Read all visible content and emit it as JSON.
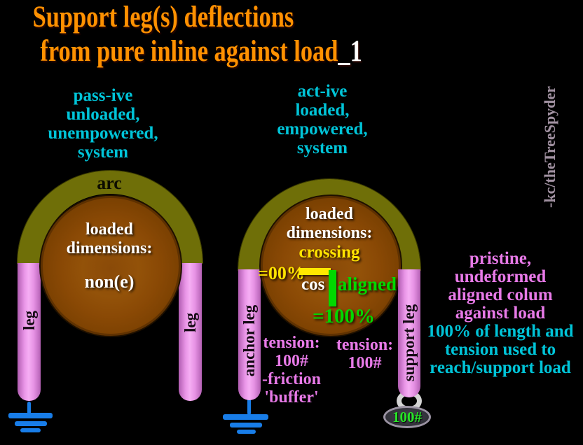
{
  "title": {
    "line1": "Support leg(s) deflections",
    "line2": "from pure inline against load",
    "suffix": "_1"
  },
  "annotations": {
    "passive": {
      "lines": [
        "pass-ive",
        "unloaded,",
        "unempowered,",
        "system"
      ]
    },
    "active": {
      "lines": [
        "act-ive",
        "loaded,",
        "empowered,",
        "system"
      ]
    },
    "credit": "-kc/theTreeSpyder",
    "right_violet": {
      "lines": [
        "pristine,",
        "undeformed",
        "aligned colum",
        "against load"
      ]
    },
    "right_cyan": {
      "lines": [
        "100% of  length and",
        "tension used to",
        "reach/support load"
      ]
    }
  },
  "passive_system": {
    "arc_label": "arc",
    "circle_lines": [
      "loaded",
      "dimensions:",
      "non(e)"
    ],
    "left_leg_label": "leg",
    "right_leg_label": "leg"
  },
  "active_system": {
    "circle_lines": [
      "loaded",
      "dimensions:",
      "crossing"
    ],
    "crossing_value": "=00%",
    "cos_label": "cos",
    "aligned_label": "aligned",
    "aligned_value": "=100%",
    "anchor_leg_label": "anchor leg",
    "support_leg_label": "support leg",
    "anchor_tension": {
      "lines": [
        "tension:",
        "100#",
        "-friction",
        "'buffer'"
      ]
    },
    "support_tension": {
      "lines": [
        "tension:",
        "100#"
      ]
    },
    "load_label": "100#"
  },
  "colors": {
    "background": "#000000",
    "title_orange": "#ff9100",
    "title_suffix_white": "#ffffff",
    "cyan": "#00c4d8",
    "violet": "#e87ae8",
    "yellow": "#ffe300",
    "green": "#00d800",
    "arch_olive": "#6f6f08",
    "circle_brown": "#8a4a08",
    "leg_pink": "#f6aef4",
    "ground_blue": "#187de8",
    "credit_gray": "#a191a1",
    "load_text_green": "#27e427"
  }
}
